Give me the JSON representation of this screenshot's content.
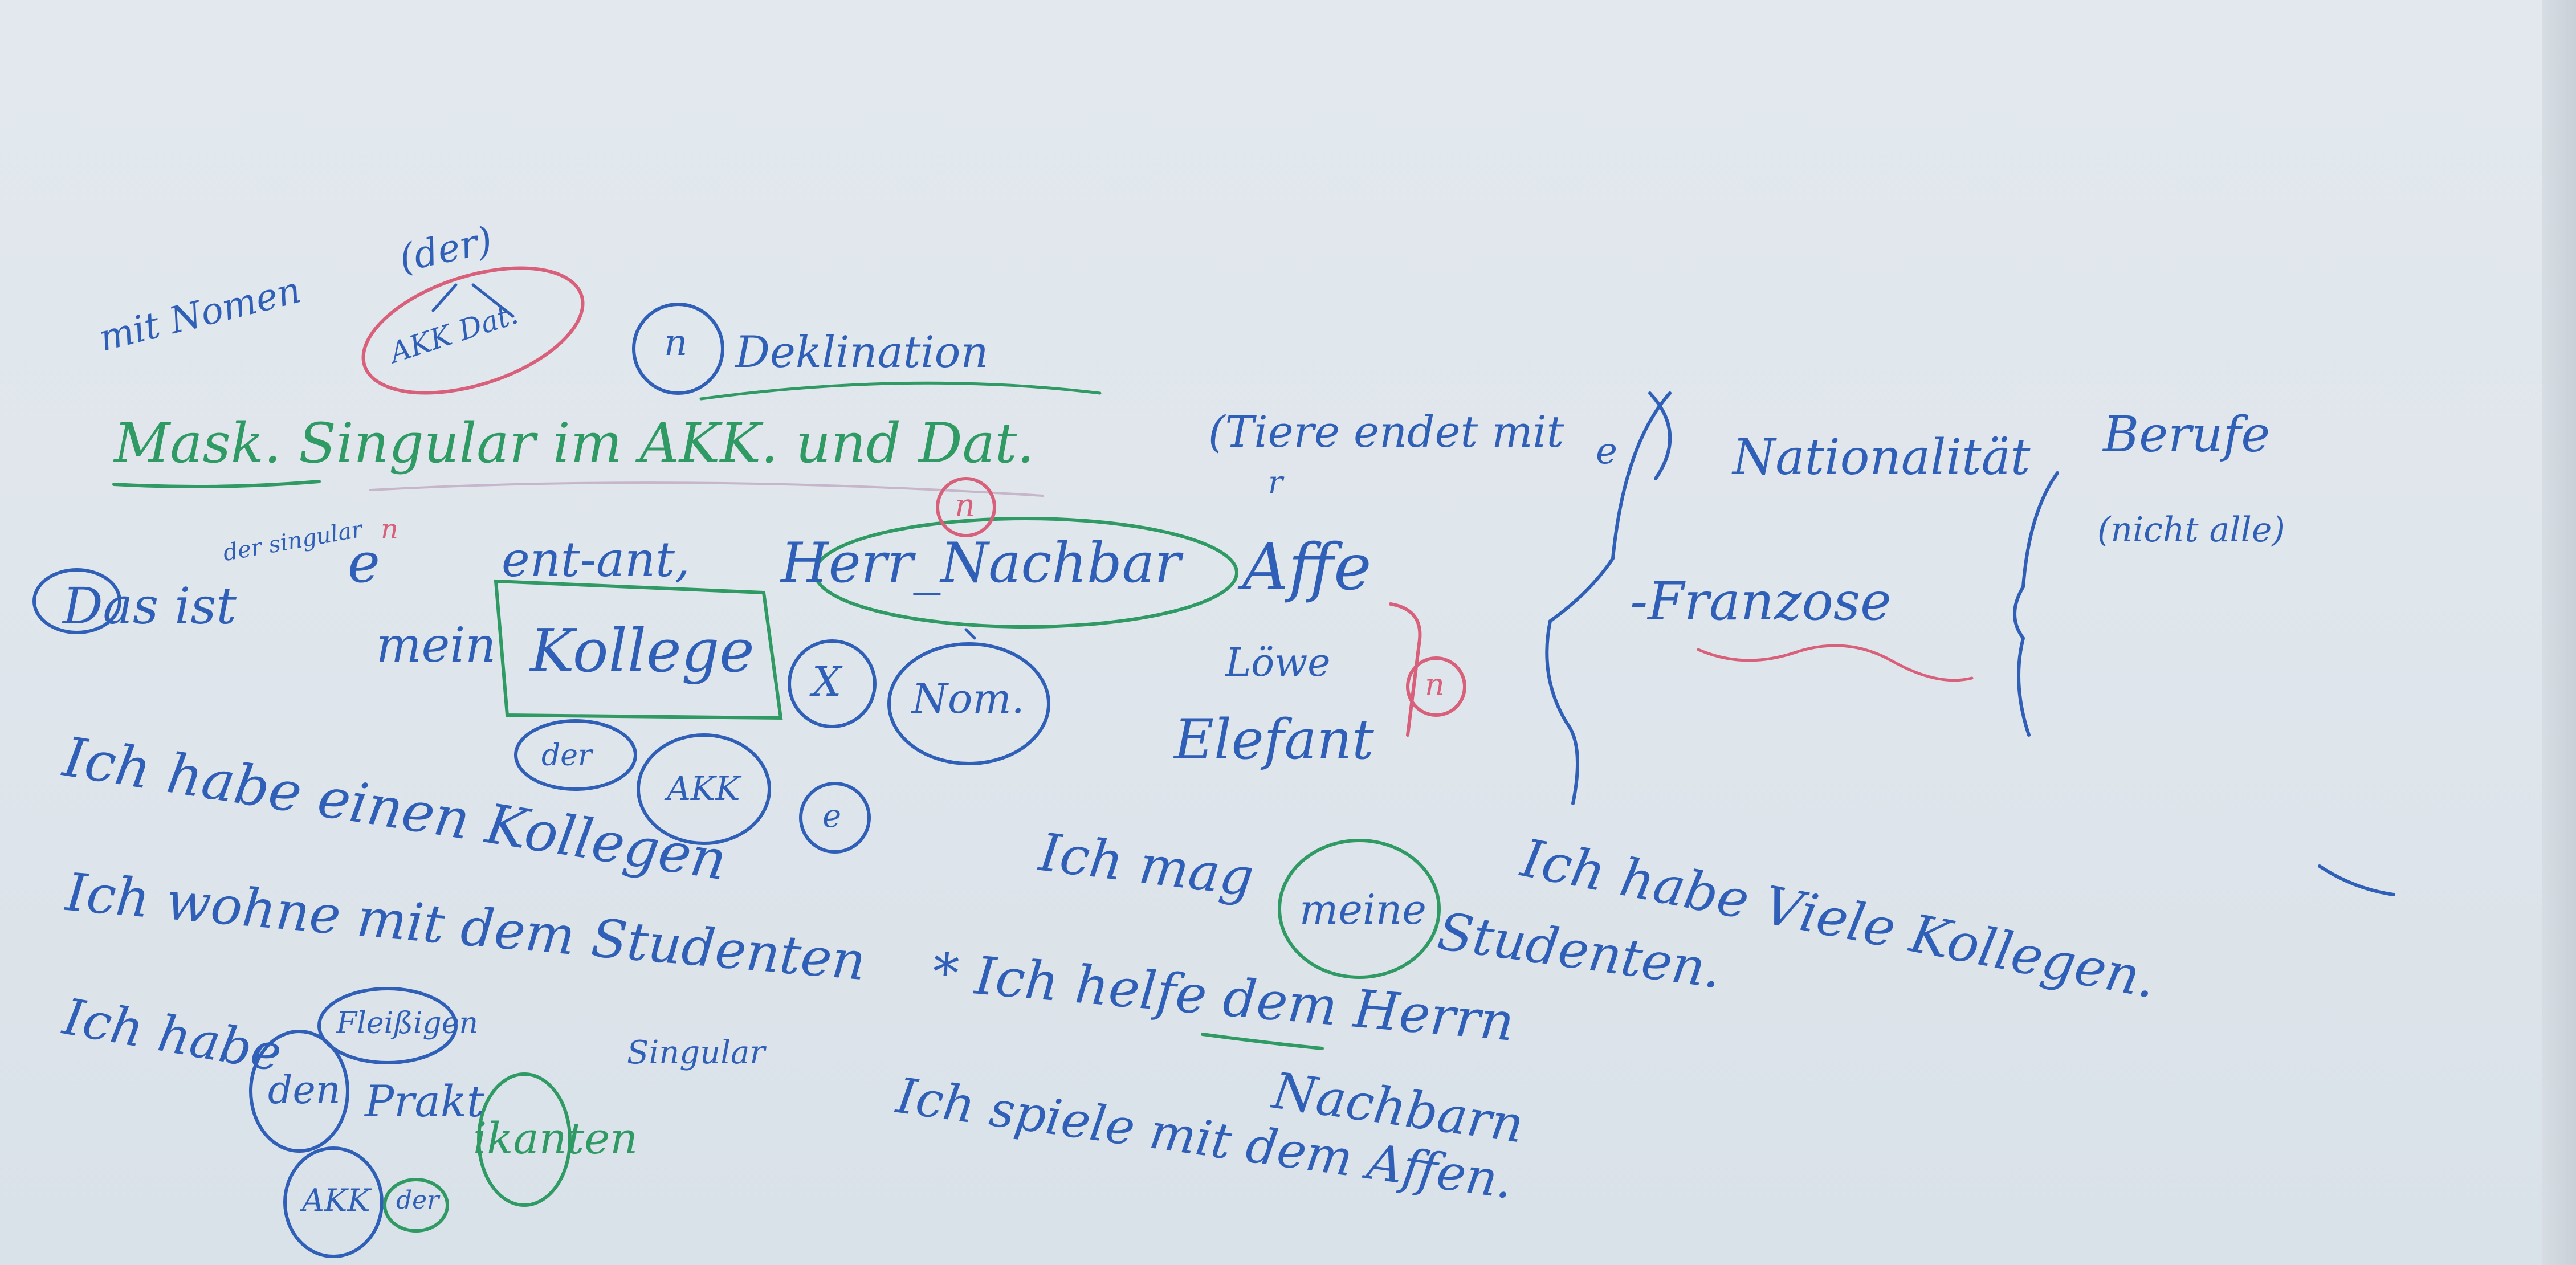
{
  "colors": {
    "board": "#dfe6ec",
    "marker_blue": "#2f5fb6",
    "marker_green": "#2f9a63",
    "marker_red": "#d8607a"
  },
  "notes": {
    "mit_nomen": "mit Nomen",
    "der_top": "(der)",
    "akk_dat": "AKK Dat.",
    "n_circle": "n",
    "deklination": "Deklination",
    "mask_rule": "Mask. Singular im AKK. und Dat.",
    "der_singular": "der singular",
    "e_n": "e",
    "n_sup": "n",
    "ent_ant": "ent-ant,",
    "herr_nachbar": "Herr_Nachbar",
    "n_red": "n",
    "das_ist": "Das ist",
    "mein": "mein",
    "kollege": "Kollege",
    "x_mark": "X",
    "nom": "Nom.",
    "der_circle": "der",
    "akk_circle": "AKK",
    "e_circle": "e",
    "ich_habe_einen": "Ich habe einen Kollegen",
    "ich_wohne": "Ich wohne mit dem Studenten",
    "singular_small": "Singular",
    "ich_habe_den": "Ich habe",
    "den_circle": "den",
    "fleissigen": "Fleißigen",
    "prakt": "Prakt",
    "ikanten": "ikanten",
    "akk_bottom": "AKK",
    "der_bottom": "der",
    "tiere": "(Tiere endet mit",
    "e_tiere": "e",
    "r_tiere": "r",
    "affe": "Affe",
    "loewe": "Löwe",
    "elefant": "Elefant",
    "n_animals": "n",
    "ich_mag": "Ich mag",
    "meine": "meine",
    "studenten": "Studenten.",
    "ich_helfe": "* Ich helfe dem Herrn",
    "nachbarn": "Nachbarn",
    "ich_spiele": "Ich spiele mit dem Affen.",
    "nationalitaet": "Nationalität",
    "franzose": "-Franzose",
    "berufe": "Berufe",
    "nicht_alle": "(nicht alle)",
    "ich_habe_viele": "Ich habe Viele Kollegen."
  }
}
